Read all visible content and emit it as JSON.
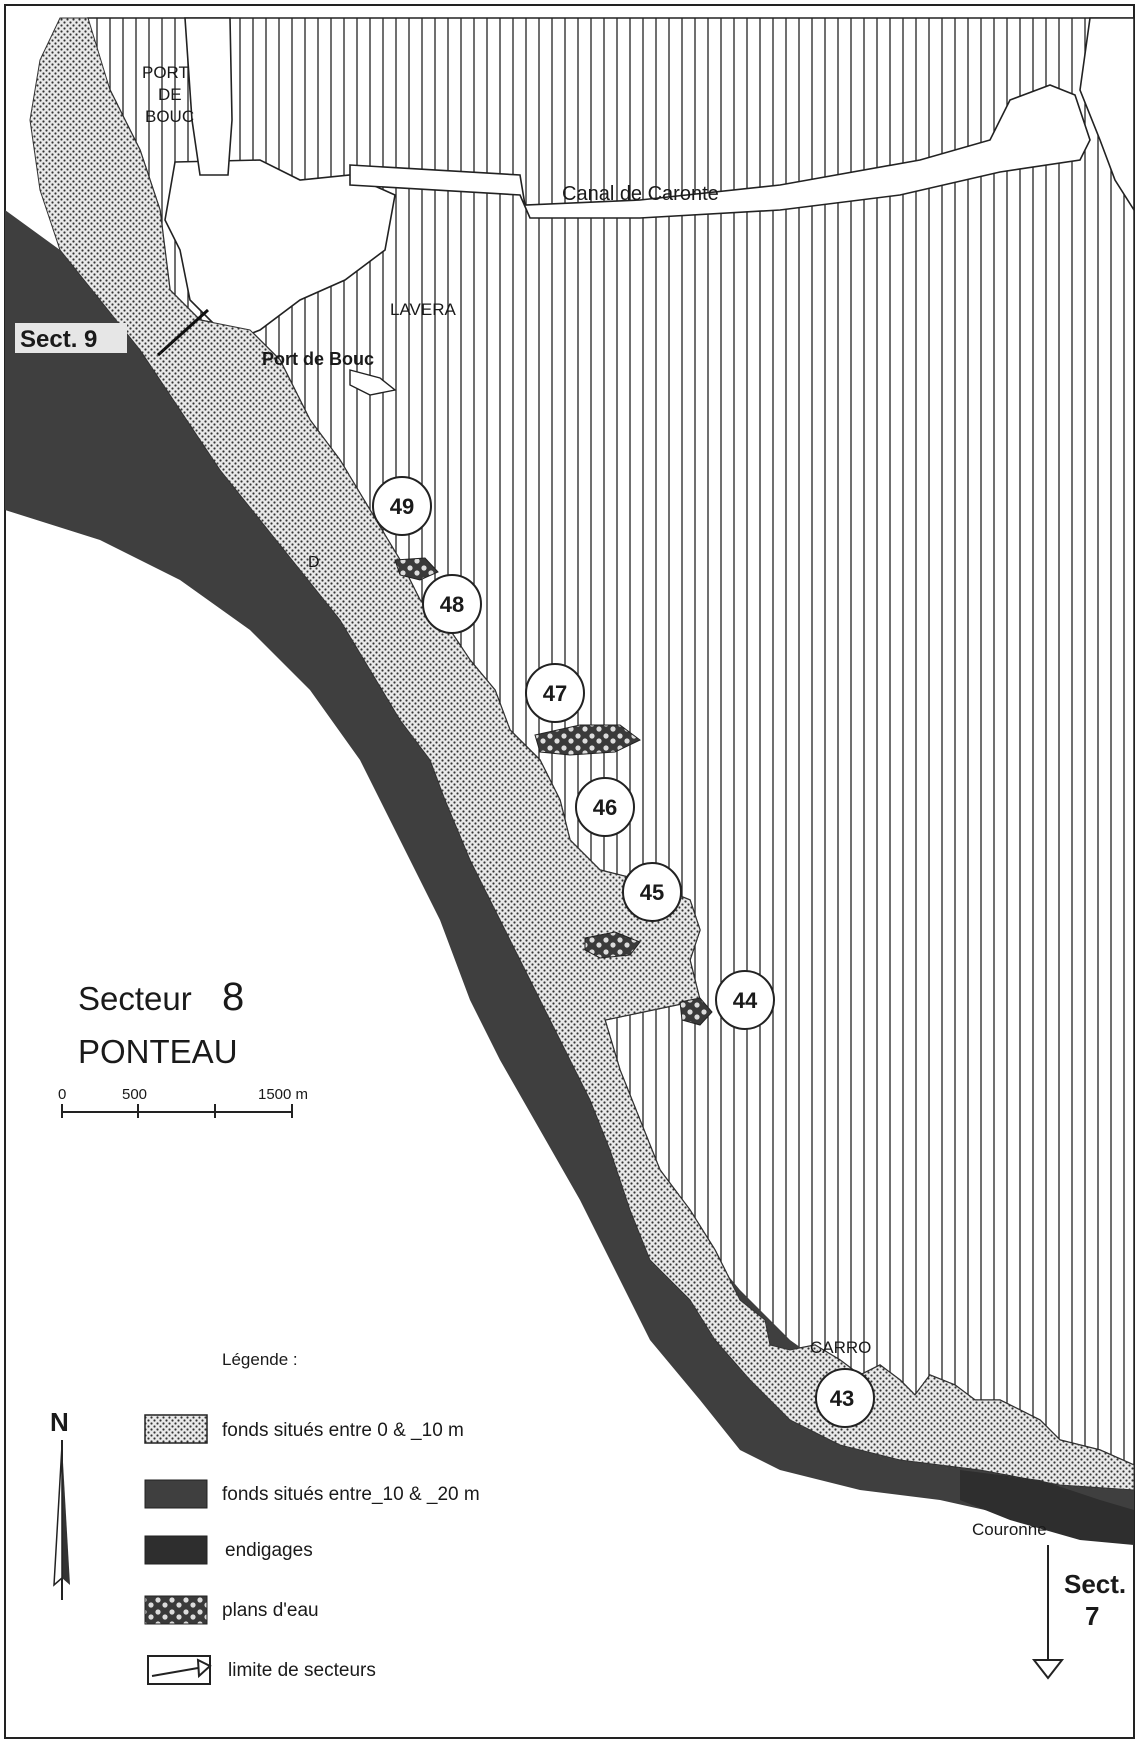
{
  "place_labels": {
    "port_de_bouc_top": [
      "PORT",
      "DE",
      "BOUC"
    ],
    "canal": "Canal de Caronte",
    "lavera": "LAVERA",
    "port_de_bouc_mid": "Port de Bouc",
    "sect9": "Sect. 9",
    "carro": "CARRO",
    "couronne": "Couronne",
    "lone_letter": "D"
  },
  "title": {
    "line1": "Secteur",
    "number": "8",
    "line2": "PONTEAU"
  },
  "scale": {
    "tick0": "0",
    "tick1": "500",
    "tick2": "1500 m"
  },
  "stations": [
    "49",
    "48",
    "47",
    "46",
    "45",
    "44",
    "43"
  ],
  "north": "N",
  "next_sector": {
    "line1": "Sect.",
    "line2": "7"
  },
  "legend": {
    "title": "Légende :",
    "items": [
      {
        "pattern": "dots",
        "label": "fonds situés entre  0 & _10 m"
      },
      {
        "pattern": "dark",
        "label": "fonds situés entre_10 & _20 m"
      },
      {
        "pattern": "darkest",
        "label": "endigages"
      },
      {
        "pattern": "bubbles",
        "label": "plans d'eau"
      },
      {
        "pattern": "arrow",
        "label": "limite de secteurs"
      }
    ]
  },
  "colors": {
    "deep": "#3f3f3f",
    "endigage": "#2e2e2e",
    "ink": "#1a1a1a",
    "paper": "#ffffff"
  }
}
